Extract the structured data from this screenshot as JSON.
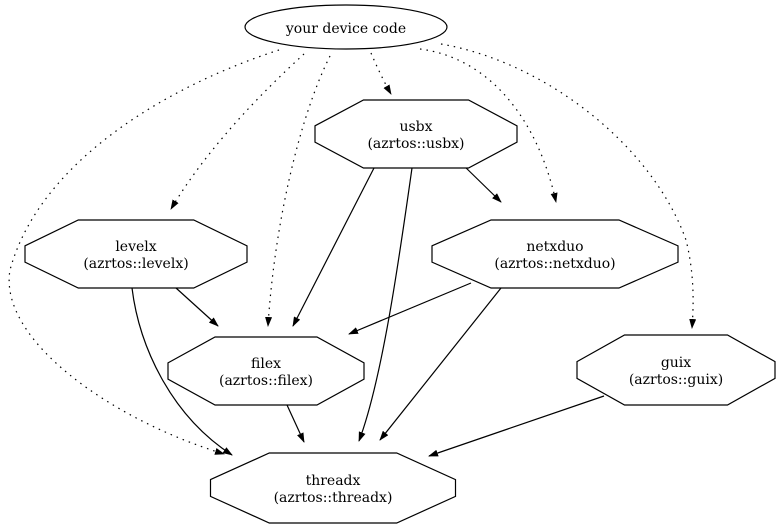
{
  "diagram": {
    "root": {
      "id": "your-device-code",
      "label": "your device code",
      "shape": "ellipse"
    },
    "nodes": [
      {
        "id": "usbx",
        "label": "usbx",
        "sublabel": "(azrtos::usbx)",
        "shape": "octagon"
      },
      {
        "id": "levelx",
        "label": "levelx",
        "sublabel": "(azrtos::levelx)",
        "shape": "octagon"
      },
      {
        "id": "netxduo",
        "label": "netxduo",
        "sublabel": "(azrtos::netxduo)",
        "shape": "octagon"
      },
      {
        "id": "filex",
        "label": "filex",
        "sublabel": "(azrtos::filex)",
        "shape": "octagon"
      },
      {
        "id": "guix",
        "label": "guix",
        "sublabel": "(azrtos::guix)",
        "shape": "octagon"
      },
      {
        "id": "threadx",
        "label": "threadx",
        "sublabel": "(azrtos::threadx)",
        "shape": "octagon"
      }
    ],
    "edges": [
      {
        "from": "your-device-code",
        "to": "usbx",
        "style": "dotted"
      },
      {
        "from": "your-device-code",
        "to": "levelx",
        "style": "dotted"
      },
      {
        "from": "your-device-code",
        "to": "netxduo",
        "style": "dotted"
      },
      {
        "from": "your-device-code",
        "to": "filex",
        "style": "dotted"
      },
      {
        "from": "your-device-code",
        "to": "guix",
        "style": "dotted"
      },
      {
        "from": "your-device-code",
        "to": "threadx",
        "style": "dotted"
      },
      {
        "from": "usbx",
        "to": "netxduo",
        "style": "solid"
      },
      {
        "from": "usbx",
        "to": "filex",
        "style": "solid"
      },
      {
        "from": "usbx",
        "to": "threadx",
        "style": "solid"
      },
      {
        "from": "levelx",
        "to": "filex",
        "style": "solid"
      },
      {
        "from": "levelx",
        "to": "threadx",
        "style": "solid"
      },
      {
        "from": "netxduo",
        "to": "filex",
        "style": "solid"
      },
      {
        "from": "netxduo",
        "to": "threadx",
        "style": "solid"
      },
      {
        "from": "filex",
        "to": "threadx",
        "style": "solid"
      },
      {
        "from": "guix",
        "to": "threadx",
        "style": "solid"
      }
    ],
    "colors": {
      "background": "#ffffff",
      "node_fill": "#ffffff",
      "stroke": "#000000"
    }
  }
}
